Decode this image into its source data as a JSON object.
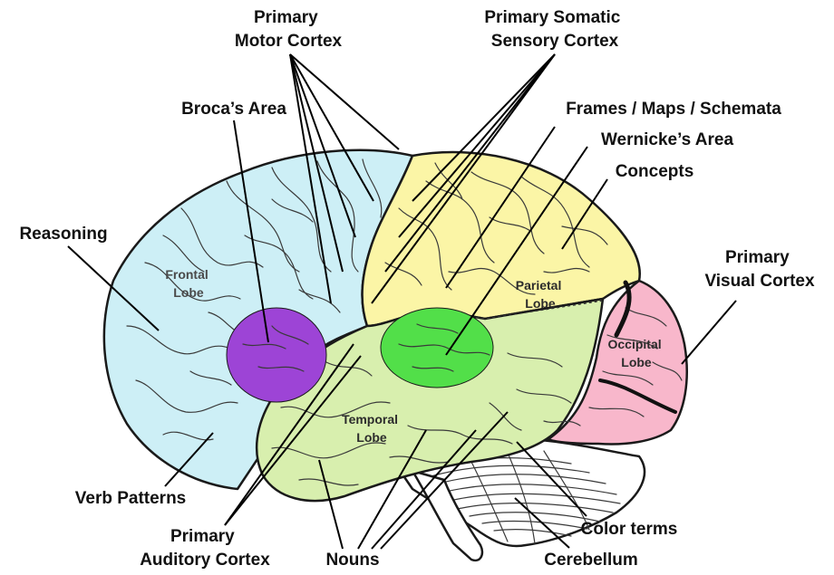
{
  "colors": {
    "frontal": "#cdeff6",
    "parietal": "#fbf5a6",
    "temporal": "#d8efae",
    "occipital": "#f8b7cb",
    "broca": "#9d44d6",
    "wernicke": "#52df49",
    "cerebellum": "#ffffff",
    "outline": "#1a1a1a",
    "text": "#111111"
  },
  "labels": {
    "primary_motor_cortex": [
      "Primary",
      "Motor Cortex"
    ],
    "primary_somatic_sensory_cortex": [
      "Primary Somatic",
      "Sensory Cortex"
    ],
    "brocas_area": "Broca’s Area",
    "frames_maps_schemata": "Frames / Maps / Schemata",
    "wernickes_area": "Wernicke’s Area",
    "concepts": "Concepts",
    "reasoning": "Reasoning",
    "primary_visual_cortex": [
      "Primary",
      "Visual Cortex"
    ],
    "verb_patterns": "Verb Patterns",
    "primary_auditory_cortex": [
      "Primary",
      "Auditory Cortex"
    ],
    "nouns": "Nouns",
    "color_terms": "Color terms",
    "cerebellum": "Cerebellum"
  },
  "lobes": {
    "frontal": [
      "Frontal",
      "Lobe"
    ],
    "parietal": [
      "Parietal",
      "Lobe"
    ],
    "temporal": [
      "Temporal",
      "Lobe"
    ],
    "occipital": [
      "Occipital",
      "Lobe"
    ]
  }
}
